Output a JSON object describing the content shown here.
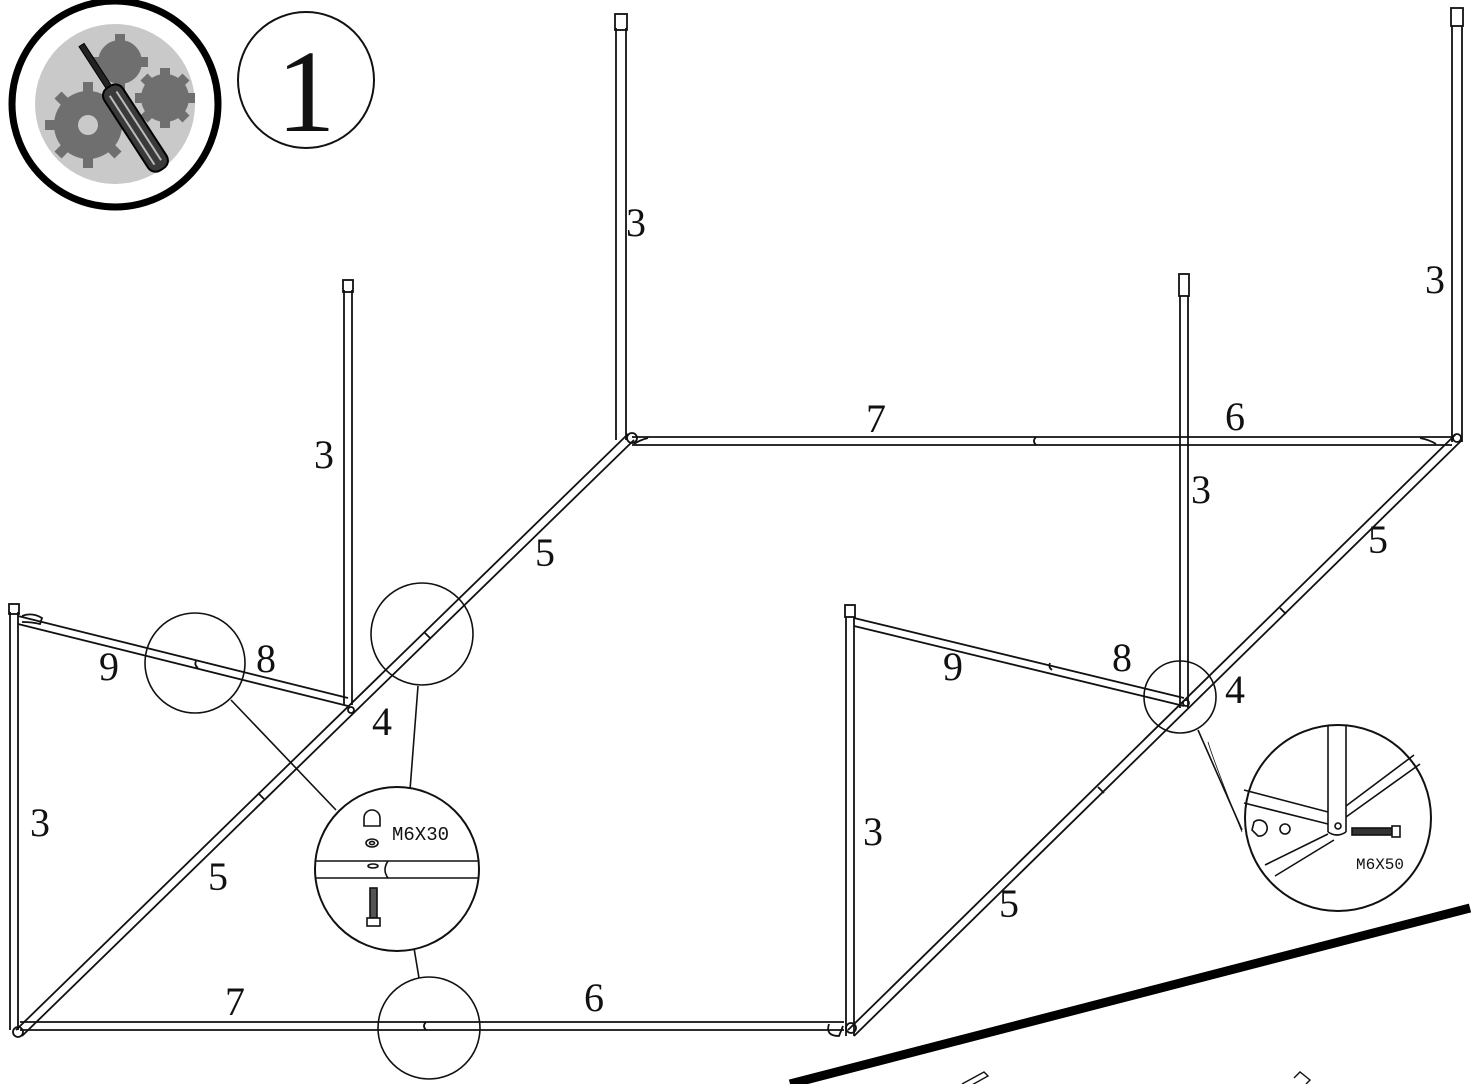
{
  "step": {
    "number": "1",
    "icon": "screwdriver-gears-icon"
  },
  "part_labels": {
    "pole_front_left": "3",
    "pole_back_left_short": "3",
    "pole_back_center_tall": "3",
    "pole_front_center": "3",
    "pole_back_right_short": "3",
    "pole_back_right_tall": "3",
    "rail_back_7": "7",
    "rail_back_6": "6",
    "diag_upper_left_5": "5",
    "diag_lower_left_5": "5",
    "diag_upper_right_5": "5",
    "diag_lower_right_5": "5",
    "rail_front_7": "7",
    "rail_front_6": "6",
    "brace_left_9": "9",
    "brace_left_8": "8",
    "brace_right_9": "9",
    "brace_right_8": "8",
    "joint_left_4": "4",
    "joint_right_4": "4"
  },
  "details": {
    "bolt_m6x30": "M6X30",
    "bolt_m6x50": "M6X50"
  },
  "colors": {
    "line": "#111111",
    "icon_gray": "#7a7a7a",
    "icon_light": "#c8c8c8"
  }
}
